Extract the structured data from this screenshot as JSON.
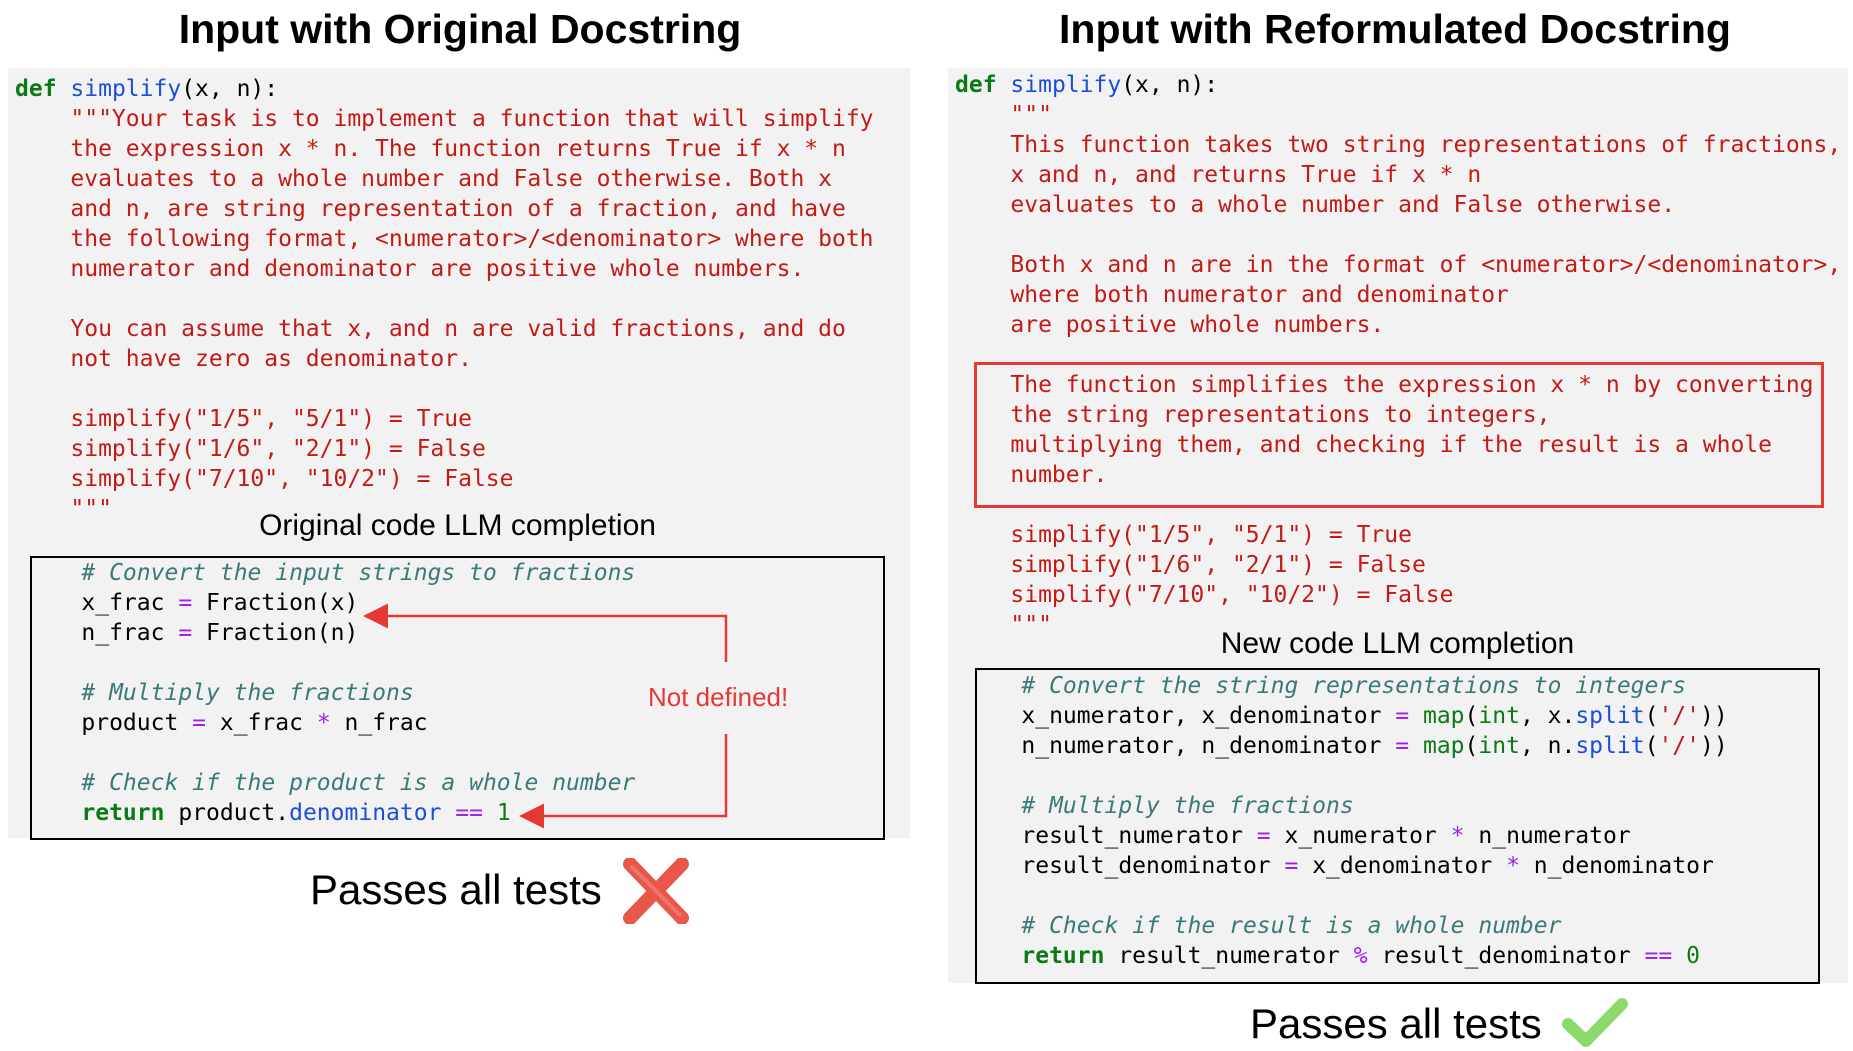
{
  "left": {
    "title": "Input with Original Docstring",
    "code": [
      [
        [
          "kw",
          "def"
        ],
        [
          "pl",
          " "
        ],
        [
          "fn",
          "simplify"
        ],
        [
          "pl",
          "(x, n):"
        ]
      ],
      [
        [
          "str",
          "    \"\"\"Your task is to implement a function that will simplify"
        ]
      ],
      [
        [
          "str",
          "    the expression x * n. The function returns True if x * n"
        ]
      ],
      [
        [
          "str",
          "    evaluates to a whole number and False otherwise. Both x"
        ]
      ],
      [
        [
          "str",
          "    and n, are string representation of a fraction, and have"
        ]
      ],
      [
        [
          "str",
          "    the following format, <numerator>/<denominator> where both"
        ]
      ],
      [
        [
          "str",
          "    numerator and denominator are positive whole numbers."
        ]
      ],
      [
        [
          "str",
          ""
        ]
      ],
      [
        [
          "str",
          "    You can assume that x, and n are valid fractions, and do"
        ]
      ],
      [
        [
          "str",
          "    not have zero as denominator."
        ]
      ],
      [
        [
          "str",
          ""
        ]
      ],
      [
        [
          "str",
          "    simplify(\"1/5\", \"5/1\") = True"
        ]
      ],
      [
        [
          "str",
          "    simplify(\"1/6\", \"2/1\") = False"
        ]
      ],
      [
        [
          "str",
          "    simplify(\"7/10\", \"10/2\") = False"
        ]
      ],
      [
        [
          "str",
          "    \"\"\""
        ]
      ]
    ],
    "completion_caption": "Original code LLM completion",
    "completion": [
      [
        [
          "com",
          "    # Convert the input strings to fractions"
        ]
      ],
      [
        [
          "pl",
          "    x_frac "
        ],
        [
          "op",
          "="
        ],
        [
          "pl",
          " Fraction(x)"
        ]
      ],
      [
        [
          "pl",
          "    n_frac "
        ],
        [
          "op",
          "="
        ],
        [
          "pl",
          " Fraction(n)"
        ]
      ],
      [
        [
          "pl",
          ""
        ]
      ],
      [
        [
          "com",
          "    # Multiply the fractions"
        ]
      ],
      [
        [
          "pl",
          "    product "
        ],
        [
          "op",
          "="
        ],
        [
          "pl",
          " x_frac "
        ],
        [
          "op",
          "*"
        ],
        [
          "pl",
          " n_frac"
        ]
      ],
      [
        [
          "pl",
          ""
        ]
      ],
      [
        [
          "com",
          "    # Check if the product is a whole number"
        ]
      ],
      [
        [
          "kw",
          "    return"
        ],
        [
          "pl",
          " product."
        ],
        [
          "fn",
          "denominator"
        ],
        [
          "pl",
          " "
        ],
        [
          "op",
          "=="
        ],
        [
          "pl",
          " "
        ],
        [
          "num",
          "1"
        ]
      ]
    ],
    "annotation": "Not defined!",
    "result_label": "Passes all tests",
    "result_icon": "cross-mark-icon",
    "result_icon_color": "#e8574a"
  },
  "right": {
    "title": "Input with Reformulated Docstring",
    "code": [
      [
        [
          "kw",
          "def"
        ],
        [
          "pl",
          " "
        ],
        [
          "fn",
          "simplify"
        ],
        [
          "pl",
          "(x, n):"
        ]
      ],
      [
        [
          "str",
          "    \"\"\""
        ]
      ],
      [
        [
          "str",
          "    This function takes two string representations of fractions,"
        ]
      ],
      [
        [
          "str",
          "    x and n, and returns True if x * n"
        ]
      ],
      [
        [
          "str",
          "    evaluates to a whole number and False otherwise."
        ]
      ],
      [
        [
          "str",
          ""
        ]
      ],
      [
        [
          "str",
          "    Both x and n are in the format of <numerator>/<denominator>,"
        ]
      ],
      [
        [
          "str",
          "    where both numerator and denominator"
        ]
      ],
      [
        [
          "str",
          "    are positive whole numbers."
        ]
      ],
      [
        [
          "str",
          ""
        ]
      ],
      [
        [
          "str",
          "    The function simplifies the expression x * n by converting"
        ]
      ],
      [
        [
          "str",
          "    the string representations to integers,"
        ]
      ],
      [
        [
          "str",
          "    multiplying them, and checking if the result is a whole"
        ]
      ],
      [
        [
          "str",
          "    number."
        ]
      ],
      [
        [
          "str",
          ""
        ]
      ],
      [
        [
          "str",
          "    simplify(\"1/5\", \"5/1\") = True"
        ]
      ],
      [
        [
          "str",
          "    simplify(\"1/6\", \"2/1\") = False"
        ]
      ],
      [
        [
          "str",
          "    simplify(\"7/10\", \"10/2\") = False"
        ]
      ],
      [
        [
          "str",
          "    \"\"\""
        ]
      ]
    ],
    "completion_caption": "New code LLM completion",
    "completion": [
      [
        [
          "com",
          "    # Convert the string representations to integers"
        ]
      ],
      [
        [
          "pl",
          "    x_numerator, x_denominator "
        ],
        [
          "op",
          "="
        ],
        [
          "pl",
          " "
        ],
        [
          "bi",
          "map"
        ],
        [
          "pl",
          "("
        ],
        [
          "bi",
          "int"
        ],
        [
          "pl",
          ", x."
        ],
        [
          "fn",
          "split"
        ],
        [
          "pl",
          "("
        ],
        [
          "str",
          "'/'"
        ],
        [
          "pl",
          "))"
        ]
      ],
      [
        [
          "pl",
          "    n_numerator, n_denominator "
        ],
        [
          "op",
          "="
        ],
        [
          "pl",
          " "
        ],
        [
          "bi",
          "map"
        ],
        [
          "pl",
          "("
        ],
        [
          "bi",
          "int"
        ],
        [
          "pl",
          ", n."
        ],
        [
          "fn",
          "split"
        ],
        [
          "pl",
          "("
        ],
        [
          "str",
          "'/'"
        ],
        [
          "pl",
          "))"
        ]
      ],
      [
        [
          "pl",
          ""
        ]
      ],
      [
        [
          "com",
          "    # Multiply the fractions"
        ]
      ],
      [
        [
          "pl",
          "    result_numerator "
        ],
        [
          "op",
          "="
        ],
        [
          "pl",
          " x_numerator "
        ],
        [
          "op",
          "*"
        ],
        [
          "pl",
          " n_numerator"
        ]
      ],
      [
        [
          "pl",
          "    result_denominator "
        ],
        [
          "op",
          "="
        ],
        [
          "pl",
          " x_denominator "
        ],
        [
          "op",
          "*"
        ],
        [
          "pl",
          " n_denominator"
        ]
      ],
      [
        [
          "pl",
          ""
        ]
      ],
      [
        [
          "com",
          "    # Check if the result is a whole number"
        ]
      ],
      [
        [
          "kw",
          "    return"
        ],
        [
          "pl",
          " result_numerator "
        ],
        [
          "op",
          "%"
        ],
        [
          "pl",
          " result_denominator "
        ],
        [
          "op",
          "=="
        ],
        [
          "pl",
          " "
        ],
        [
          "num",
          "0"
        ]
      ]
    ],
    "result_label": "Passes all tests",
    "result_icon": "check-mark-icon",
    "result_icon_color": "#8ed96b"
  }
}
